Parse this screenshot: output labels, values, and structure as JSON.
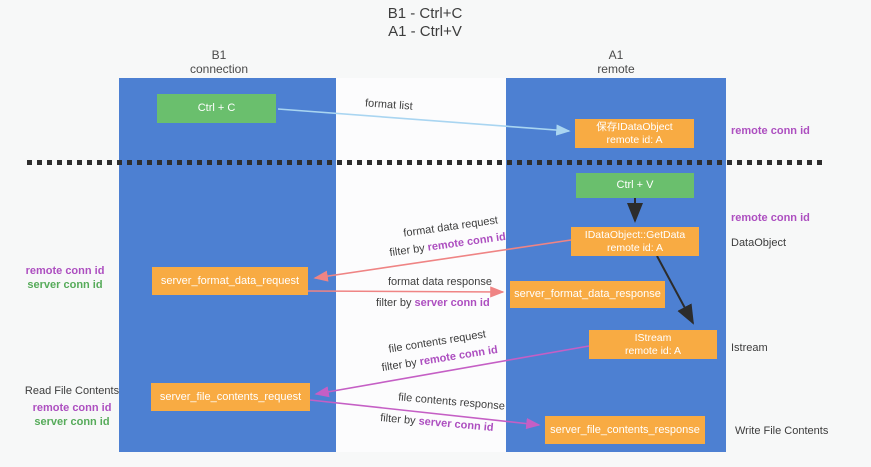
{
  "title": {
    "line1": "B1 - Ctrl+C",
    "line2": "A1 - Ctrl+V"
  },
  "lifelines": {
    "left": {
      "name": "B1",
      "role": "connection"
    },
    "right": {
      "name": "A1",
      "role": "remote"
    }
  },
  "boxes": {
    "ctrl_c": "Ctrl + C",
    "ctrl_v": "Ctrl + V",
    "save_idataobject": {
      "line1": "保存IDataObject",
      "line2": "remote id: A"
    },
    "idataobject_getdata": {
      "line1": "IDataObject::GetData",
      "line2": "remote id: A"
    },
    "istream": {
      "line1": "IStream",
      "line2": "remote id: A"
    },
    "server_format_data_request": "server_format_data_request",
    "server_format_data_response": "server_format_data_response",
    "server_file_contents_request": "server_file_contents_request",
    "server_file_contents_response": "server_file_contents_response"
  },
  "flow_labels": {
    "format_list": "format list",
    "format_data_request": "format data request",
    "format_data_request_filter": {
      "prefix": "filter by ",
      "highlight": "remote conn id"
    },
    "format_data_response": "format data response",
    "format_data_response_filter": {
      "prefix": "filter by ",
      "highlight": "server conn id"
    },
    "file_contents_request": "file contents request",
    "file_contents_request_filter": {
      "prefix": "filter by ",
      "highlight": "remote conn id"
    },
    "file_contents_response": "file contents response",
    "file_contents_response_filter": {
      "prefix": "filter by ",
      "highlight": "server conn id"
    }
  },
  "side_labels": {
    "left_format": {
      "line1": "remote conn id",
      "line2": "server conn id"
    },
    "left_file": {
      "title": "Read File Contents",
      "line1": "remote conn id",
      "line2": "server conn id"
    },
    "right_save": "remote conn id",
    "right_getdata_conn": "remote conn id",
    "right_dataobject": "DataObject",
    "right_istream": "Istream",
    "right_write": "Write File Contents"
  },
  "colors": {
    "lifeline_blue": "#4d80d2",
    "box_green": "#6abf6d",
    "box_orange": "#f8ab43",
    "arrow_lightblue": "#a9d5f1",
    "arrow_red": "#ef8484",
    "arrow_magenta": "#c55fc5",
    "arrow_black": "#2c2c2c",
    "text_purple": "#ad4fc0",
    "text_green": "#56ab5a"
  }
}
